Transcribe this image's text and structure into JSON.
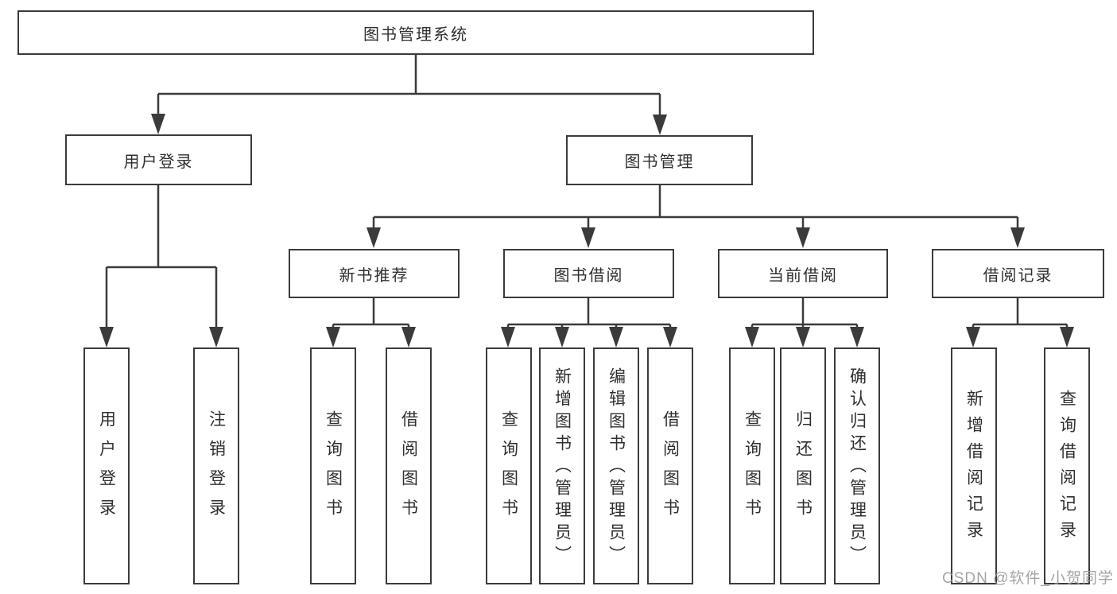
{
  "watermark": "CSDN @软件_小贺同学",
  "colors": {
    "line": "#3b3b3b",
    "text": "#2f2f2f",
    "box_background": "#ffffff",
    "watermark": "#9b9b9b",
    "background": "#ffffff"
  },
  "nodes": {
    "root": "图书管理系统",
    "user_login": "用户登录",
    "book_management": "图书管理",
    "new_book_recommend": "新书推荐",
    "book_borrow": "图书借阅",
    "current_borrow": "当前借阅",
    "borrow_records": "借阅记录",
    "leaves": {
      "user_login": "用户登录",
      "logout": "注销登录",
      "rec_query_books": "查询图书",
      "rec_borrow_books": "借阅图书",
      "bb_query_books": "查询图书",
      "bb_add_books": "新增图书（管理员）",
      "bb_edit_books": "编辑图书（管理员）",
      "bb_borrow_books": "借阅图书",
      "cb_query_books": "查询图书",
      "cb_return_books": "归还图书",
      "cb_confirm_return": "确认归还（管理员）",
      "br_add_record": "新增借阅记录",
      "br_query_record": "查询借阅记录"
    }
  }
}
